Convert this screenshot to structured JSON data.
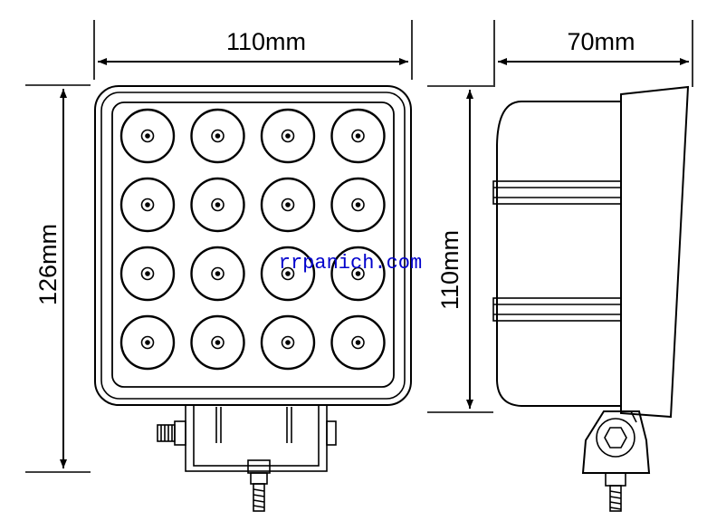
{
  "dimensions": {
    "front_width": "110mm",
    "front_height": "126mm",
    "side_depth": "70mm",
    "side_height": "110mm"
  },
  "watermark": {
    "text": "rrpanich.com",
    "color": "#0000cc"
  },
  "led_grid": {
    "rows": 4,
    "cols": 4
  },
  "colors": {
    "line": "#000000",
    "background": "#ffffff"
  }
}
